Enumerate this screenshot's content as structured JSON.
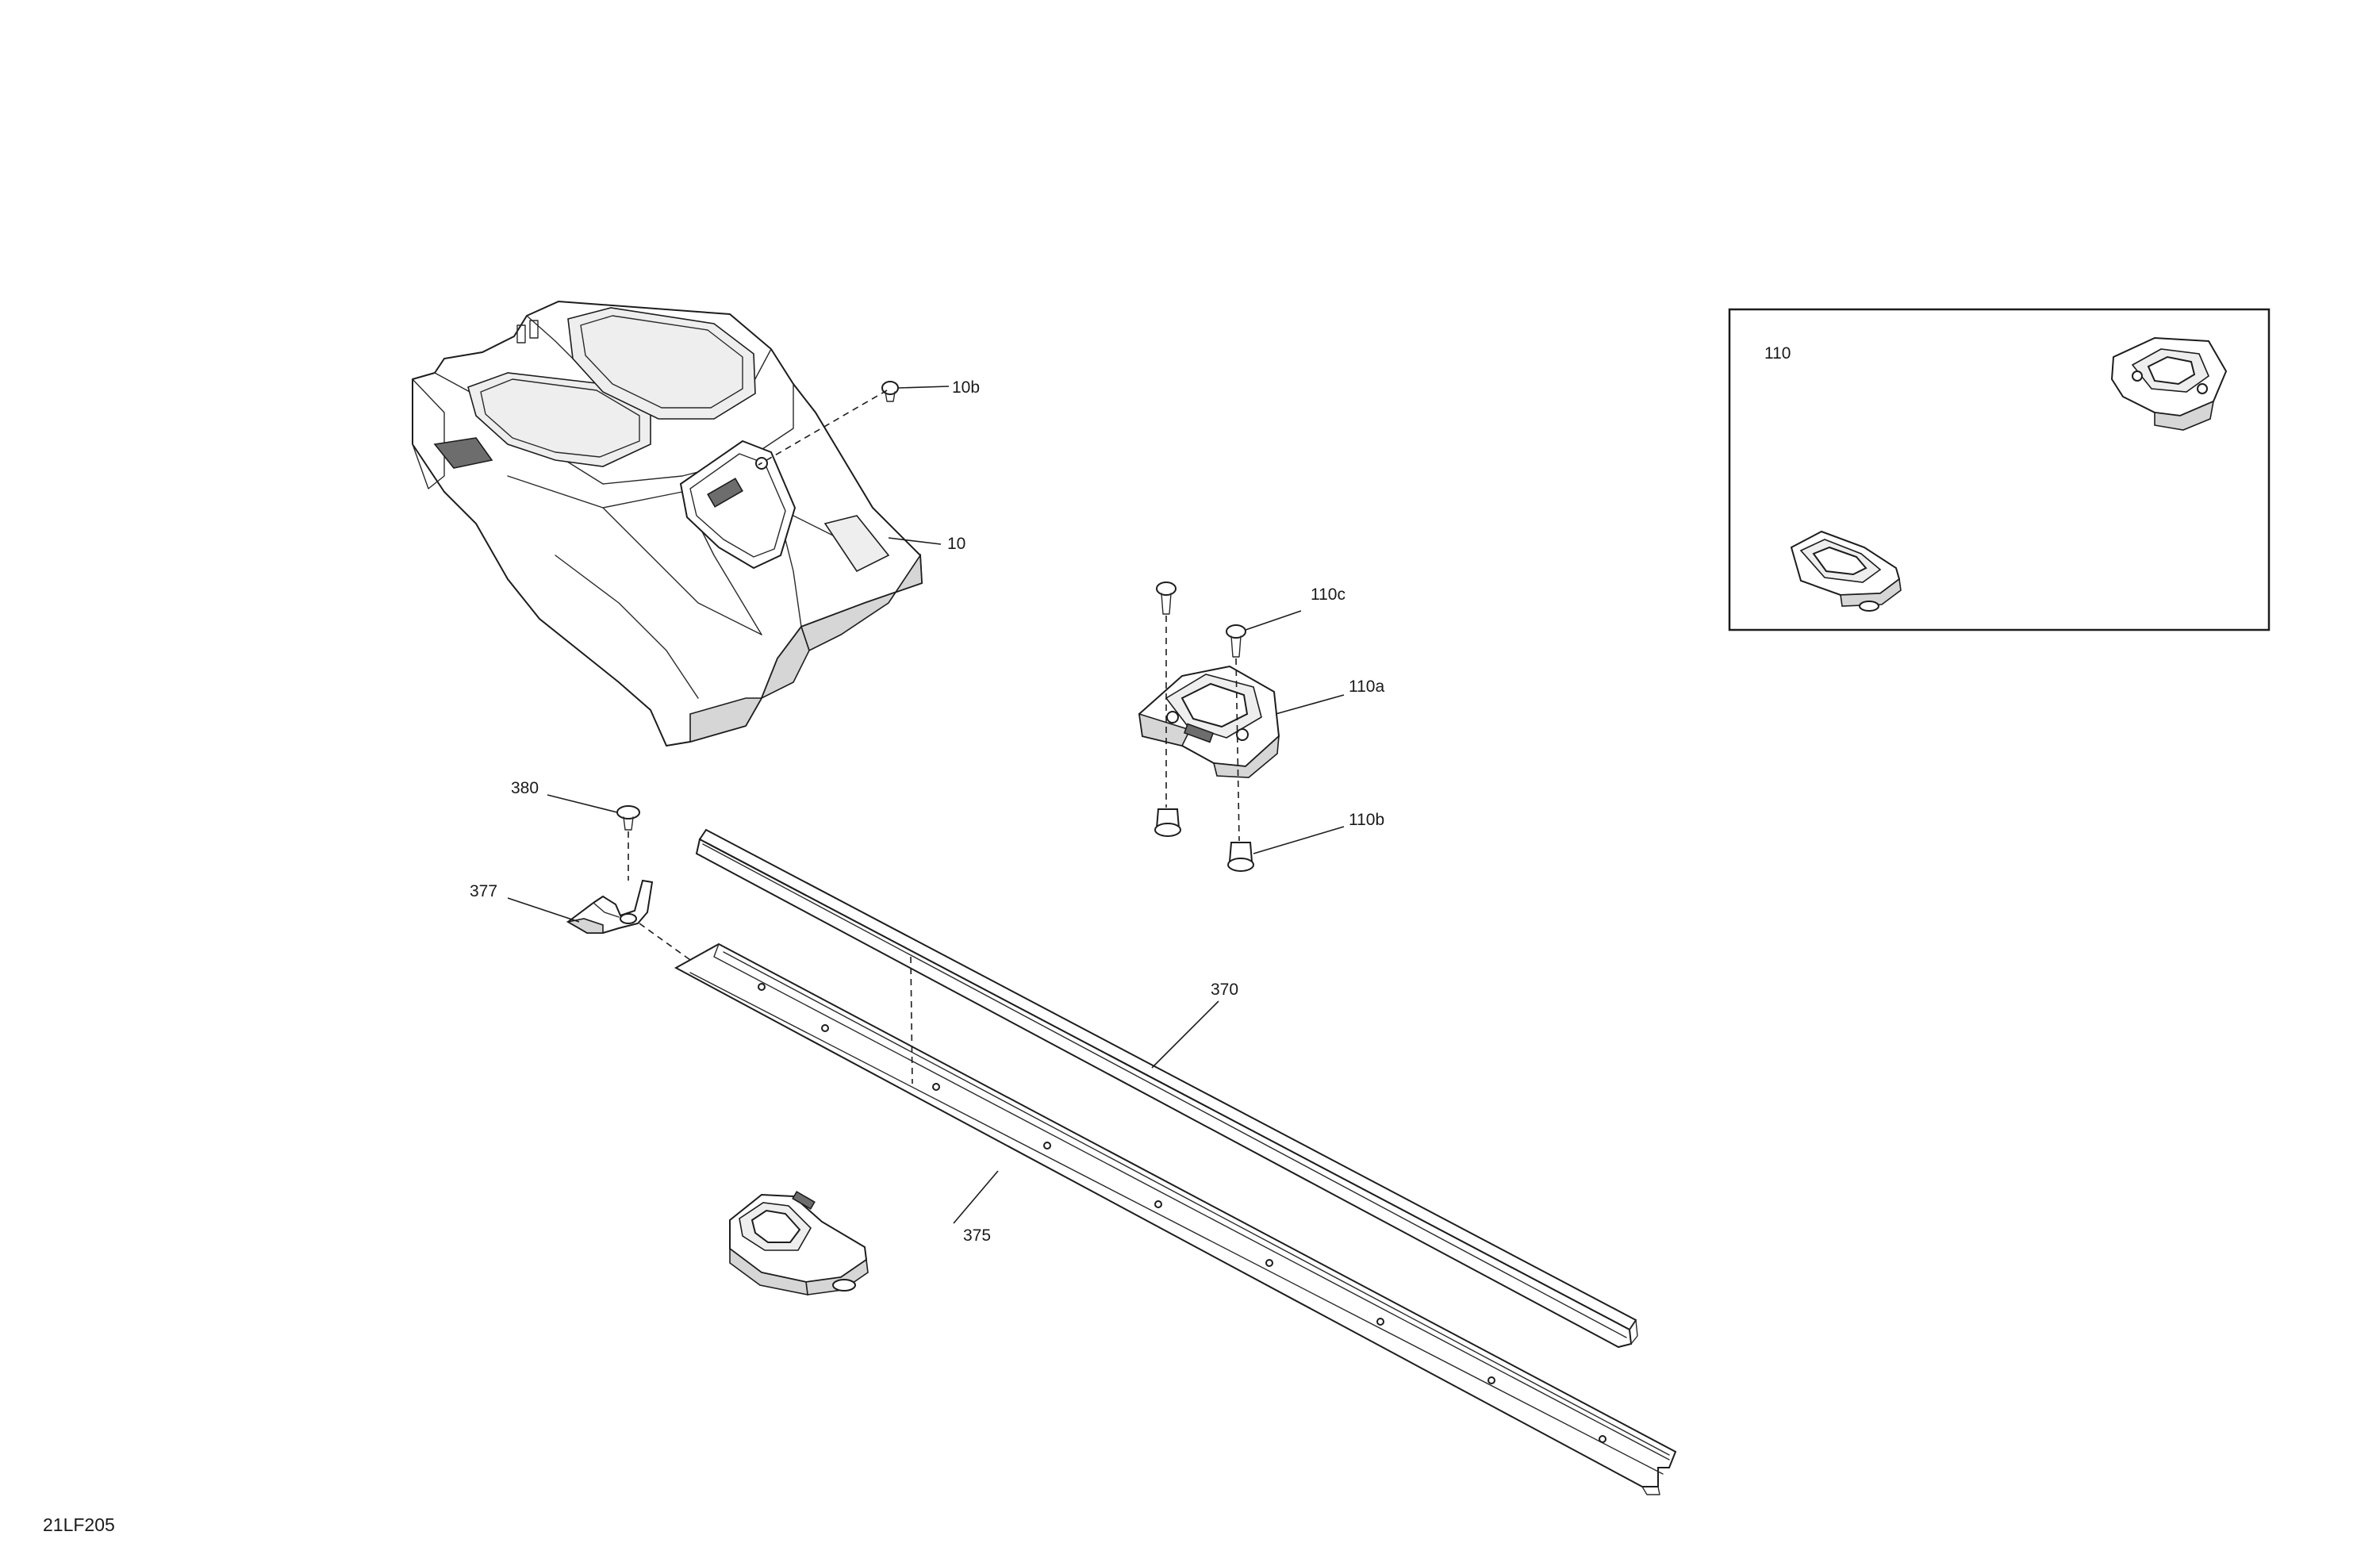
{
  "diagram": {
    "drawing_code": "21LF205",
    "callouts": {
      "c10b": "10b",
      "c10": "10",
      "c110c": "110c",
      "c110a": "110a",
      "c110b": "110b",
      "c380": "380",
      "c377": "377",
      "c370": "370",
      "c375": "375"
    },
    "inset": {
      "label": "110"
    }
  }
}
